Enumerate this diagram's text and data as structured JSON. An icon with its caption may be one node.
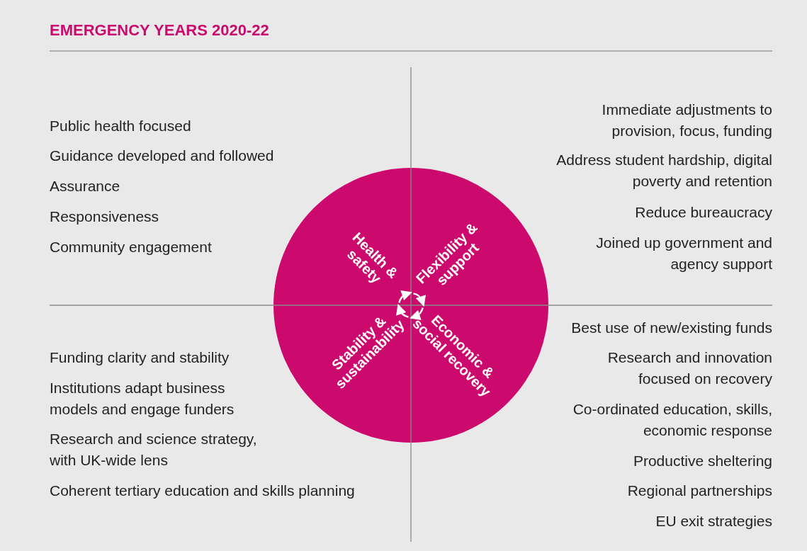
{
  "diagram": {
    "title": "EMERGENCY YEARS 2020-22",
    "nodes": [
      {
        "text": [
          "Health & safety",
          "Flexibility & support",
          "Economic & social recovery",
          "Stability & sustainability"
        ]
      }
    ],
    "labels": [
      "Public health focused",
      "Guidance developed and followed",
      "Assurance",
      "Responsiveness",
      "Community engagement",
      "Immediate adjustments to provision, focus, funding",
      "Address student hardship, digital poverty and retention",
      "Reduce bureaucracy",
      "Joined up government and agency support",
      "Funding clarity and stability",
      "Institutions adapt business models and engage funders",
      "Research and science strategy, with UK-wide lens",
      "Coherent tertiary education and skills planning",
      "Best use of new/existing funds",
      "Research and innovation focused on recovery",
      "Co-ordinated education, skills, economic response",
      "Productive sheltering",
      "Regional partnerships",
      "EU exit strategies"
    ]
  }
}
